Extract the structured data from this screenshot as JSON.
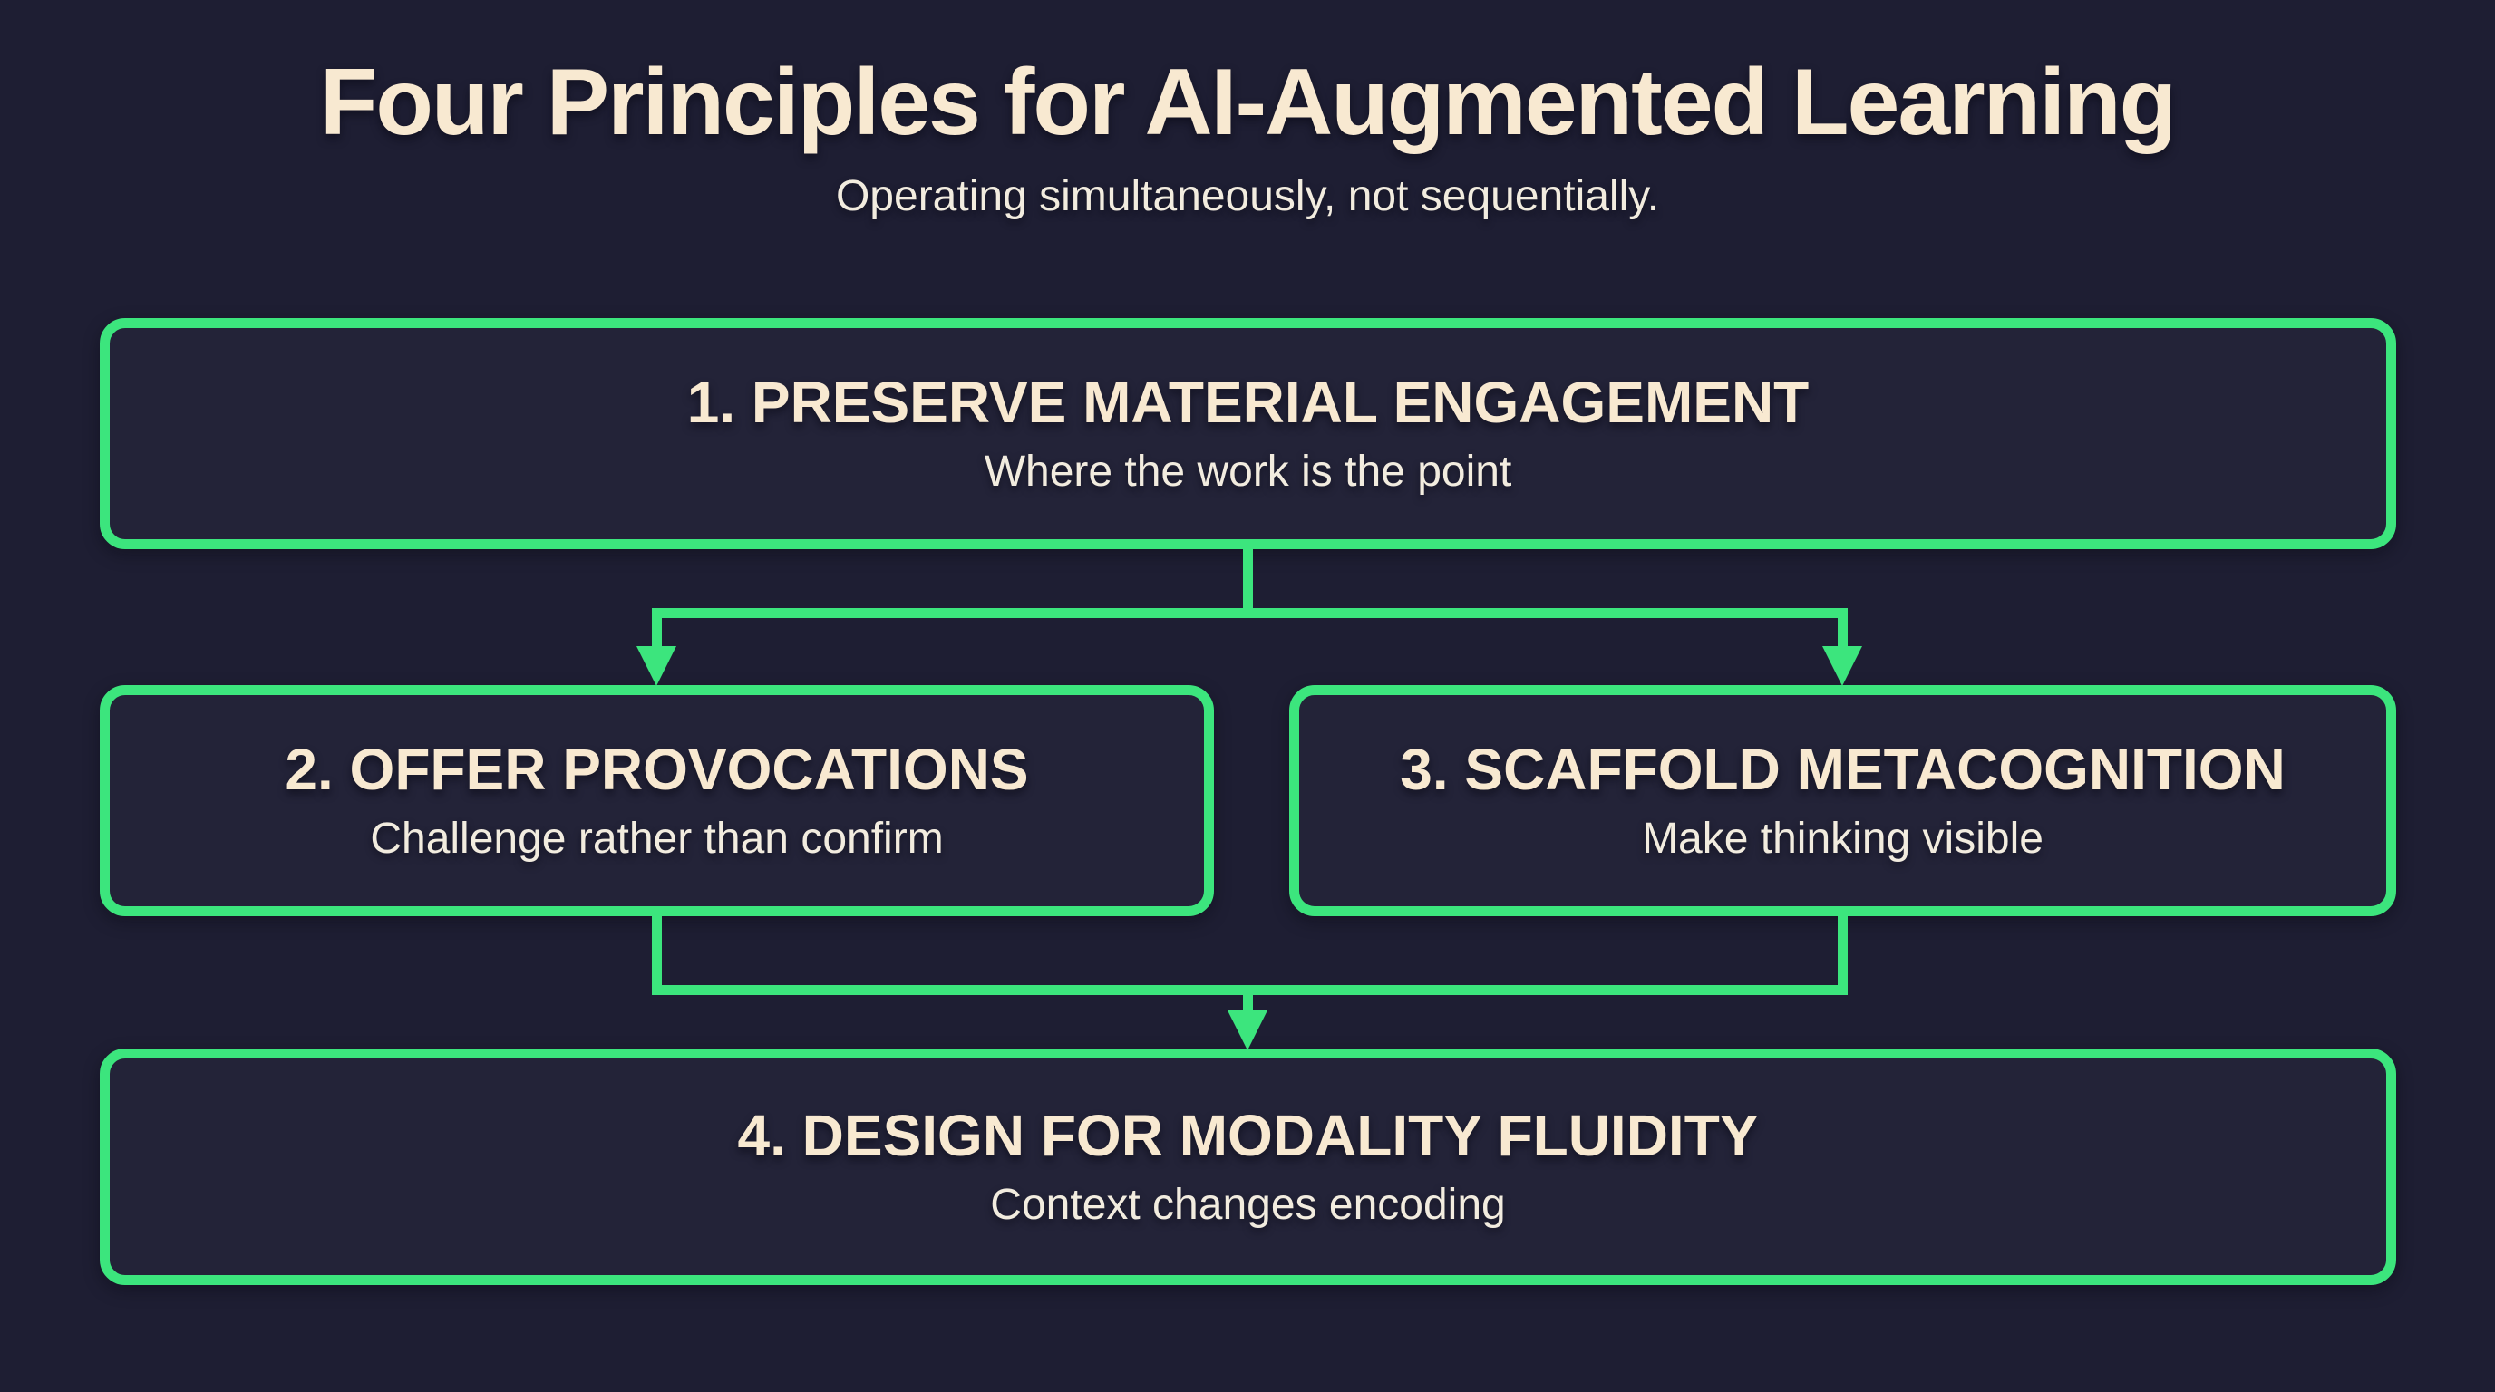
{
  "header": {
    "title": "Four Principles for AI-Augmented Learning",
    "subtitle": "Operating simultaneously, not sequentially."
  },
  "diagram": {
    "type": "flowchart",
    "direction": "top-down",
    "nodes": [
      {
        "id": "1",
        "heading": "1. PRESERVE MATERIAL ENGAGEMENT",
        "subtext": "Where the work is the point"
      },
      {
        "id": "2",
        "heading": "2. OFFER PROVOCATIONS",
        "subtext": "Challenge rather than confirm"
      },
      {
        "id": "3",
        "heading": "3. SCAFFOLD METACOGNITION",
        "subtext": "Make thinking visible"
      },
      {
        "id": "4",
        "heading": "4. DESIGN FOR MODALITY FLUIDITY",
        "subtext": "Context changes encoding"
      }
    ],
    "edges": [
      {
        "from": "1",
        "to": "2"
      },
      {
        "from": "1",
        "to": "3"
      },
      {
        "from": "2",
        "to": "4"
      },
      {
        "from": "3",
        "to": "4"
      }
    ]
  },
  "colors": {
    "background": "#1e1e33",
    "node_fill": "#232338",
    "accent_green": "#3ce57d",
    "heading_text": "#f8e9d1",
    "body_text": "#f2ecdf"
  }
}
